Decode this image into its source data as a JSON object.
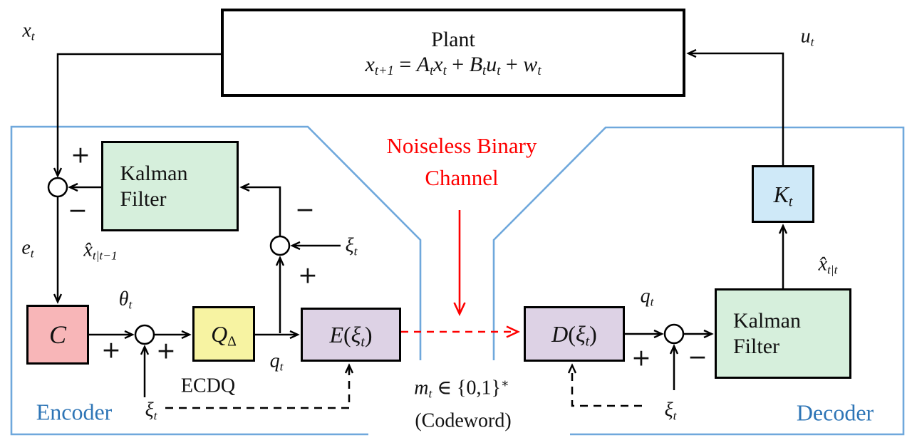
{
  "colors": {
    "region_outline": "#6fa8dc",
    "region_label_text": "#2e75b6",
    "channel_text": "#fe0000",
    "wire_black": "#000000",
    "kalman_fill": "#d6efdc",
    "c_block_fill": "#f8b6b8",
    "q_block_fill": "#f7f3a2",
    "coder_fill": "#ddd2e5",
    "gain_fill": "#cfe9f8"
  },
  "signs": {
    "plus": "+",
    "minus": "−"
  },
  "plant": {
    "title": "Plant",
    "equation": [
      {
        "t": "x",
        "i": 1
      },
      {
        "t": "t+1",
        "s": "sub",
        "i": 1
      },
      {
        "t": " = "
      },
      {
        "t": "A",
        "i": 1
      },
      {
        "t": "t",
        "s": "sub",
        "i": 1
      },
      {
        "t": "x",
        "i": 1
      },
      {
        "t": "t",
        "s": "sub",
        "i": 1
      },
      {
        "t": " + "
      },
      {
        "t": "B",
        "i": 1
      },
      {
        "t": "t",
        "s": "sub",
        "i": 1
      },
      {
        "t": "u",
        "i": 1
      },
      {
        "t": "t",
        "s": "sub",
        "i": 1
      },
      {
        "t": " + "
      },
      {
        "t": "w",
        "i": 1
      },
      {
        "t": "t",
        "s": "sub",
        "i": 1
      }
    ]
  },
  "channel": {
    "label": "Noiseless Binary Channel",
    "codeword": [
      {
        "t": "m",
        "i": 1
      },
      {
        "t": "t",
        "s": "sub",
        "i": 1
      },
      {
        "t": " ∈ {0,1}"
      },
      {
        "t": "∗",
        "s": "sup"
      }
    ],
    "codeword_caption": "(Codeword)"
  },
  "encoder": {
    "label": "Encoder",
    "kalman": "Kalman Filter",
    "ecdq": "ECDQ",
    "c_block": [
      {
        "t": "C",
        "i": 1
      }
    ],
    "q_block": [
      {
        "t": "Q",
        "i": 1
      },
      {
        "t": "Δ",
        "s": "sub"
      }
    ],
    "e_block": [
      {
        "t": "E",
        "i": 1
      },
      {
        "t": "("
      },
      {
        "t": "ξ",
        "i": 1
      },
      {
        "t": "t",
        "s": "sub",
        "i": 1
      },
      {
        "t": ")"
      }
    ]
  },
  "decoder": {
    "label": "Decoder",
    "kalman": "Kalman Filter",
    "d_block": [
      {
        "t": "D",
        "i": 1
      },
      {
        "t": "("
      },
      {
        "t": "ξ",
        "i": 1
      },
      {
        "t": "t",
        "s": "sub",
        "i": 1
      },
      {
        "t": ")"
      }
    ],
    "k_block": [
      {
        "t": "K",
        "i": 1
      },
      {
        "t": "t",
        "s": "sub",
        "i": 1
      }
    ]
  },
  "signals": {
    "x_t": [
      {
        "t": "x",
        "i": 1
      },
      {
        "t": "t",
        "s": "sub",
        "i": 1
      }
    ],
    "u_t": [
      {
        "t": "u",
        "i": 1
      },
      {
        "t": "t",
        "s": "sub",
        "i": 1
      }
    ],
    "e_t": [
      {
        "t": "e",
        "i": 1
      },
      {
        "t": "t",
        "s": "sub",
        "i": 1
      }
    ],
    "xhat_pred": [
      {
        "t": "x̂",
        "i": 1
      },
      {
        "t": "t|t−1",
        "s": "sub",
        "i": 1
      }
    ],
    "theta_t": [
      {
        "t": "θ",
        "i": 1
      },
      {
        "t": "t",
        "s": "sub",
        "i": 1
      }
    ],
    "xi_t": [
      {
        "t": "ξ",
        "i": 1
      },
      {
        "t": "t",
        "s": "sub",
        "i": 1
      }
    ],
    "q_t": [
      {
        "t": "q",
        "i": 1
      },
      {
        "t": "t",
        "s": "sub",
        "i": 1
      }
    ],
    "xhat_filt": [
      {
        "t": "x̂",
        "i": 1
      },
      {
        "t": "t|t",
        "s": "sub",
        "i": 1
      }
    ]
  }
}
